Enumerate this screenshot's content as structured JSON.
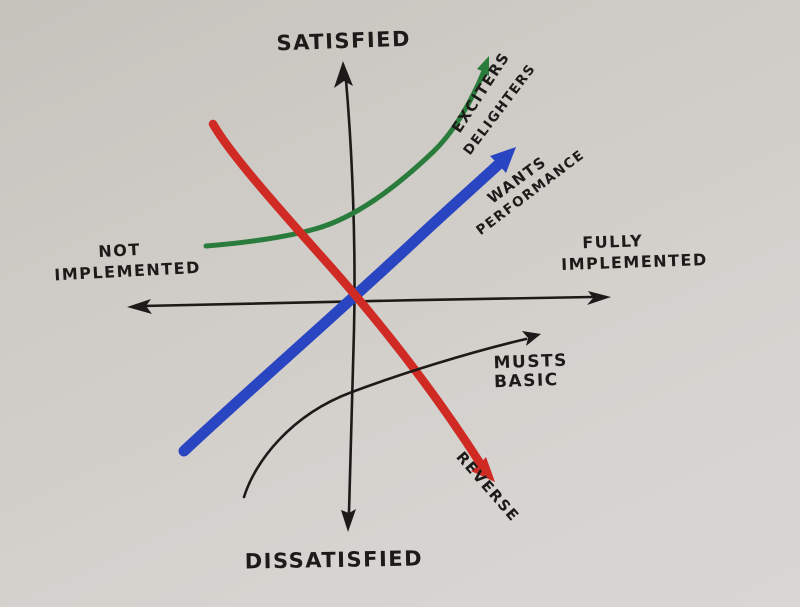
{
  "diagram": {
    "kind": "hand-drawn Kano model on whiteboard",
    "ink_color": "#1d1b19",
    "background_top": "#c6c2bc",
    "background_bottom": "#d9d7d5"
  },
  "axes": {
    "top_label": "SATISFIED",
    "bottom_label": "DISSATISFIED",
    "left_label_line1": "NOT",
    "left_label_line2": "IMPLEMENTED",
    "right_label_line1": "FULLY",
    "right_label_line2": "IMPLEMENTED"
  },
  "curves": {
    "exciters": {
      "label_line1": "EXCITERS",
      "label_line2": "DELIGHTERS",
      "color": "#2a7c3c"
    },
    "performance": {
      "label_line1": "WANTS",
      "label_line2": "PERFORMANCE",
      "color": "#2a45c2"
    },
    "musts": {
      "label_line1": "MUSTS",
      "label_line2": "BASIC",
      "color": "#1d1b19"
    },
    "reverse": {
      "label": "REVERSE",
      "color": "#cf2a23"
    }
  }
}
